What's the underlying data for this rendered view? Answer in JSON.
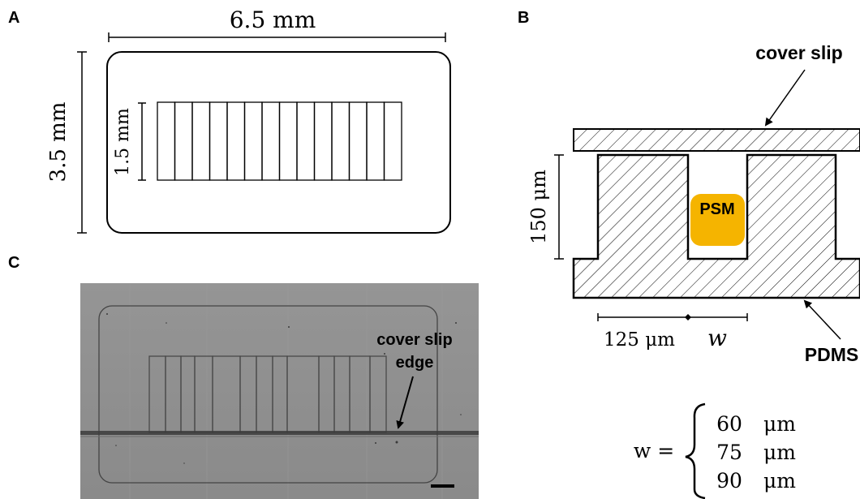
{
  "panels": {
    "a": {
      "letter": "A",
      "width_label": "6.5 mm",
      "height_label": "3.5 mm",
      "channel_height_label": "1.5 mm",
      "channel_count": 14
    },
    "b": {
      "letter": "B",
      "cover_slip_label": "cover slip",
      "height_label": "150 μm",
      "psm_label": "PSM",
      "spacing_label": "125 μm",
      "w_label": "w",
      "pdms_label": "PDMS",
      "equation": {
        "lhs": "w =",
        "values": [
          "60",
          "75",
          "90"
        ],
        "unit": "μm"
      }
    },
    "c": {
      "letter": "C",
      "annotation_line1": "cover slip",
      "annotation_line2": "edge"
    }
  },
  "colors": {
    "psm_fill": "#F5B400",
    "micrograph_bg": "#8f8f8f",
    "micrograph_line": "#4a4a4a"
  }
}
